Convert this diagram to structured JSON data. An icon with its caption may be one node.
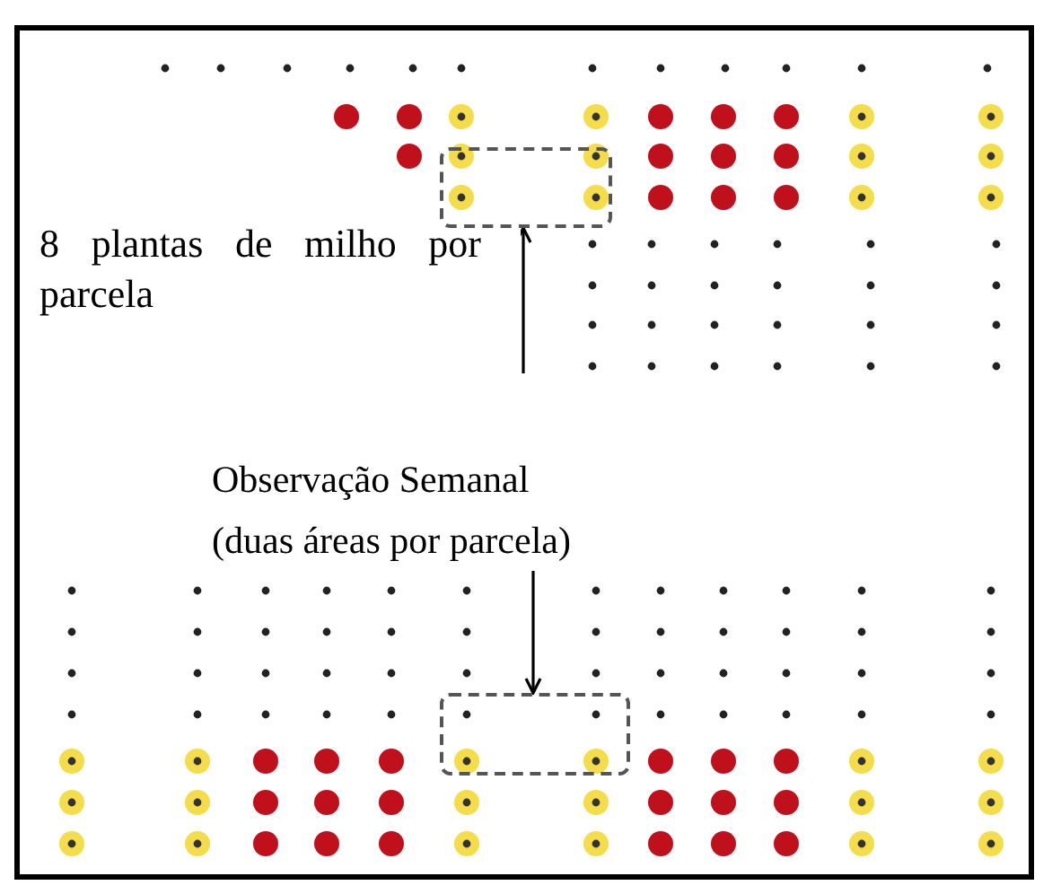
{
  "diagram": {
    "nodes": [
      {
        "text": [
          "8 plantas de milho por parcela"
        ]
      },
      {
        "text": [],
        "shape": "box"
      },
      {
        "text": [
          "Observação Semanal (duas áreas por parcela)"
        ]
      },
      {
        "text": [],
        "shape": "box"
      }
    ],
    "edges": [
      {
        "from": 0,
        "to": 1,
        "arrow": "to"
      },
      {
        "from": 2,
        "to": 3,
        "arrow": "to"
      }
    ]
  }
}
